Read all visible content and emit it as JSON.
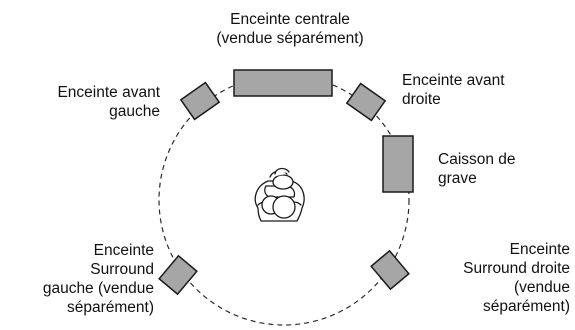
{
  "colors": {
    "speaker_fill": "#a6a6a6",
    "stroke": "#1a1a1a",
    "circle": "#2a2a2a"
  },
  "icons": {
    "listener": "listener-icon"
  },
  "labels": {
    "center": [
      "Enceinte centrale",
      "(vendue séparément)"
    ],
    "front_left": [
      "Enceinte avant",
      "gauche"
    ],
    "front_right": [
      "Enceinte avant",
      "droite"
    ],
    "subwoofer": [
      "Caisson de",
      "grave"
    ],
    "surround_left": [
      "Enceinte",
      "Surround",
      "gauche (vendue",
      "séparément)"
    ],
    "surround_right": [
      "Enceinte",
      "Surround droite",
      "(vendue",
      "séparément)"
    ]
  }
}
